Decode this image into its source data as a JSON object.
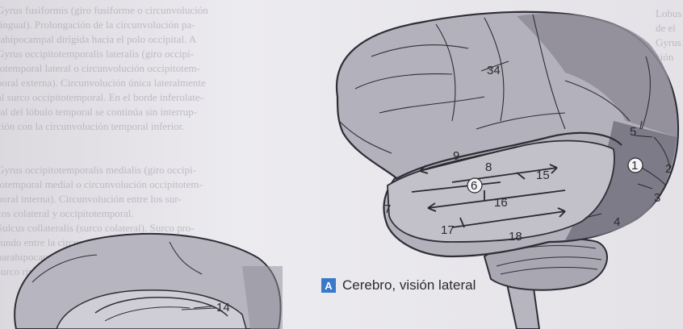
{
  "figure": {
    "caption_letter": "A",
    "caption_text": "Cerebro, visión lateral",
    "labels": {
      "l1": "1",
      "l2": "2",
      "l3": "3",
      "l4": "4",
      "l5": "5",
      "l6": "6",
      "l7": "7",
      "l8": "8",
      "l9": "9",
      "l14": "14",
      "l15": "15",
      "l16": "16",
      "l17": "17",
      "l18": "18",
      "l34": "34"
    }
  },
  "background_text": {
    "left_lines": [
      "Gyrus fusiformis (giro fusiforme o circunvolución",
      "lingual). Prolongación de la circunvolución pa-",
      "rahipocampal dirigida hacia el polo occipital. A",
      "Gyrus occipitotemporalis lateralis (giro occipi-",
      "totemporal lateral o circunvolución occipitotem-",
      "poral externa). Circunvolución única lateralmente",
      "al surco occipitotemporal. En el borde inferolate-",
      "ral del lóbulo temporal se continúa sin interrup-",
      "ción con la circunvolución temporal inferior.",
      "",
      "",
      "Gyrus occipitotemporalis medialis (giro occipi-",
      "totemporal medial o circunvolución occipitotem-",
      "poral interna). Circunvolución entre los sur-",
      "cos colateral y occipitotemporal.",
      "Sulcus collateralis (surco colateral). Surco pro-",
      "fundo entre la circunvolución fusiforme y el giro",
      "parahipocampal; a menudo se continúa en el",
      "surco rinal."
    ],
    "right_lines": [
      "Lobus",
      "de el",
      "Gyrus",
      "ción",
      "",
      "",
      "",
      "",
      "",
      "",
      "",
      "",
      "",
      "",
      "",
      "",
      "",
      "",
      "",
      "",
      ""
    ]
  },
  "colors": {
    "brain_fill": "#b3b1bb",
    "brain_shade": "#8e8c98",
    "brain_dark": "#6f6d7a",
    "caption_blue": "#3a78c8",
    "outline": "#2f2e36"
  }
}
